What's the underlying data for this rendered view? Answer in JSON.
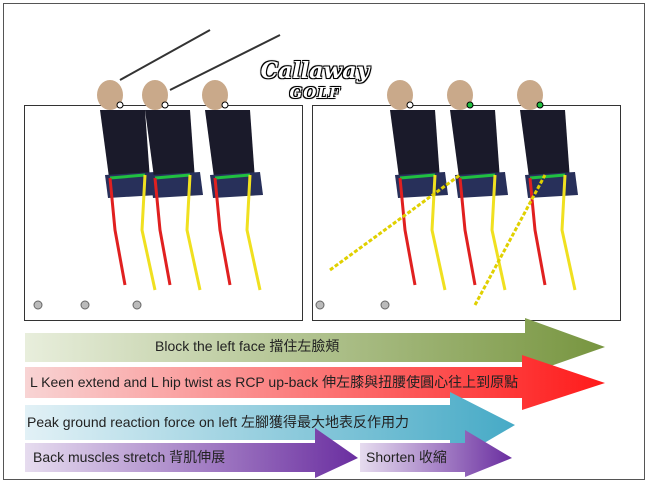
{
  "logo": {
    "line1": "Callaway",
    "line2": "GOLF"
  },
  "arrows": [
    {
      "text": "Block the left face 擋住左臉頰",
      "color_start": "#e8eedc",
      "color_end": "#77953f"
    },
    {
      "text": "L Keen extend and L hip twist as RCP up-back 伸左膝與扭腰使圓心往上到原點",
      "color_start": "#f8d4d4",
      "color_end": "#ff1a1a"
    },
    {
      "text": "Peak ground reaction force on left 左腳獲得最大地表反作用力",
      "color_start": "#e2f1f6",
      "color_end": "#46aac6"
    },
    {
      "text": "Back muscles stretch 背肌伸展",
      "color_start": "#e6dcef",
      "color_end": "#6a2ea0"
    },
    {
      "text": "Shorten  收縮",
      "color_start": "#e6dcef",
      "color_end": "#6a2ea0"
    }
  ],
  "colors": {
    "thigh_left": "#e02020",
    "thigh_right": "#f0e020",
    "hip_line": "#20c040"
  }
}
